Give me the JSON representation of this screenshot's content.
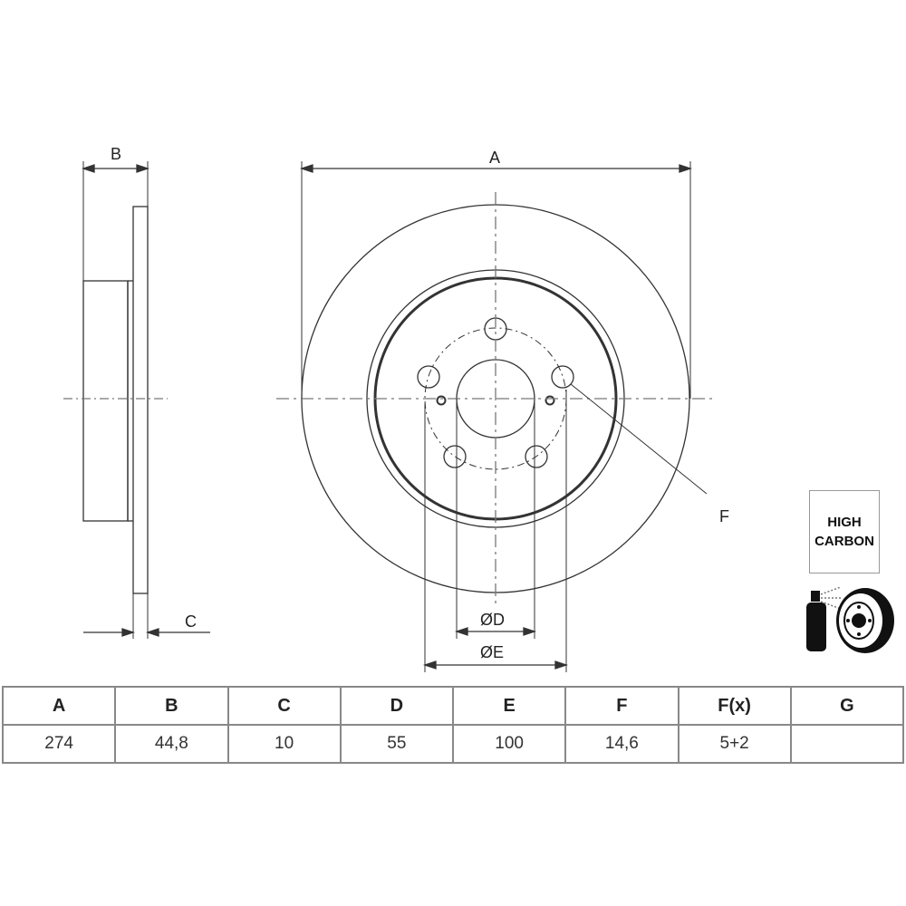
{
  "drawing": {
    "labels": {
      "A": "A",
      "B": "B",
      "C": "C",
      "D": "ØD",
      "E": "ØE",
      "F": "F"
    }
  },
  "badge": {
    "line1": "HIGH",
    "line2": "CARBON"
  },
  "icons": [
    "high-carbon-badge",
    "spray-coating-icon"
  ],
  "table": {
    "headers": [
      "A",
      "B",
      "C",
      "D",
      "E",
      "F",
      "F(x)",
      "G"
    ],
    "values": [
      "274",
      "44,8",
      "10",
      "55",
      "100",
      "14,6",
      "5+2",
      ""
    ]
  }
}
